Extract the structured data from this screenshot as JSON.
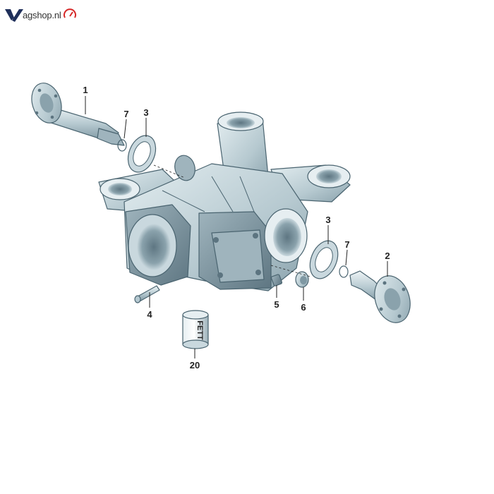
{
  "logo": {
    "text": "agshop.nl",
    "accent": "#d62828",
    "mark_color": "#1f2f5a"
  },
  "callouts": [
    {
      "id": "c1",
      "label": "1"
    },
    {
      "id": "c7a",
      "label": "7"
    },
    {
      "id": "c3a",
      "label": "3"
    },
    {
      "id": "c3b",
      "label": "3"
    },
    {
      "id": "c7b",
      "label": "7"
    },
    {
      "id": "c2",
      "label": "2"
    },
    {
      "id": "c4",
      "label": "4"
    },
    {
      "id": "c5",
      "label": "5"
    },
    {
      "id": "c6",
      "label": "6"
    },
    {
      "id": "c20",
      "label": "20"
    }
  ],
  "grease_can": {
    "label": "FETT"
  },
  "colors": {
    "part_light": "#dce8ec",
    "part_mid": "#b4c8d0",
    "part_dark": "#7f98a3",
    "part_shadow": "#5c7480",
    "line": "#222222"
  }
}
